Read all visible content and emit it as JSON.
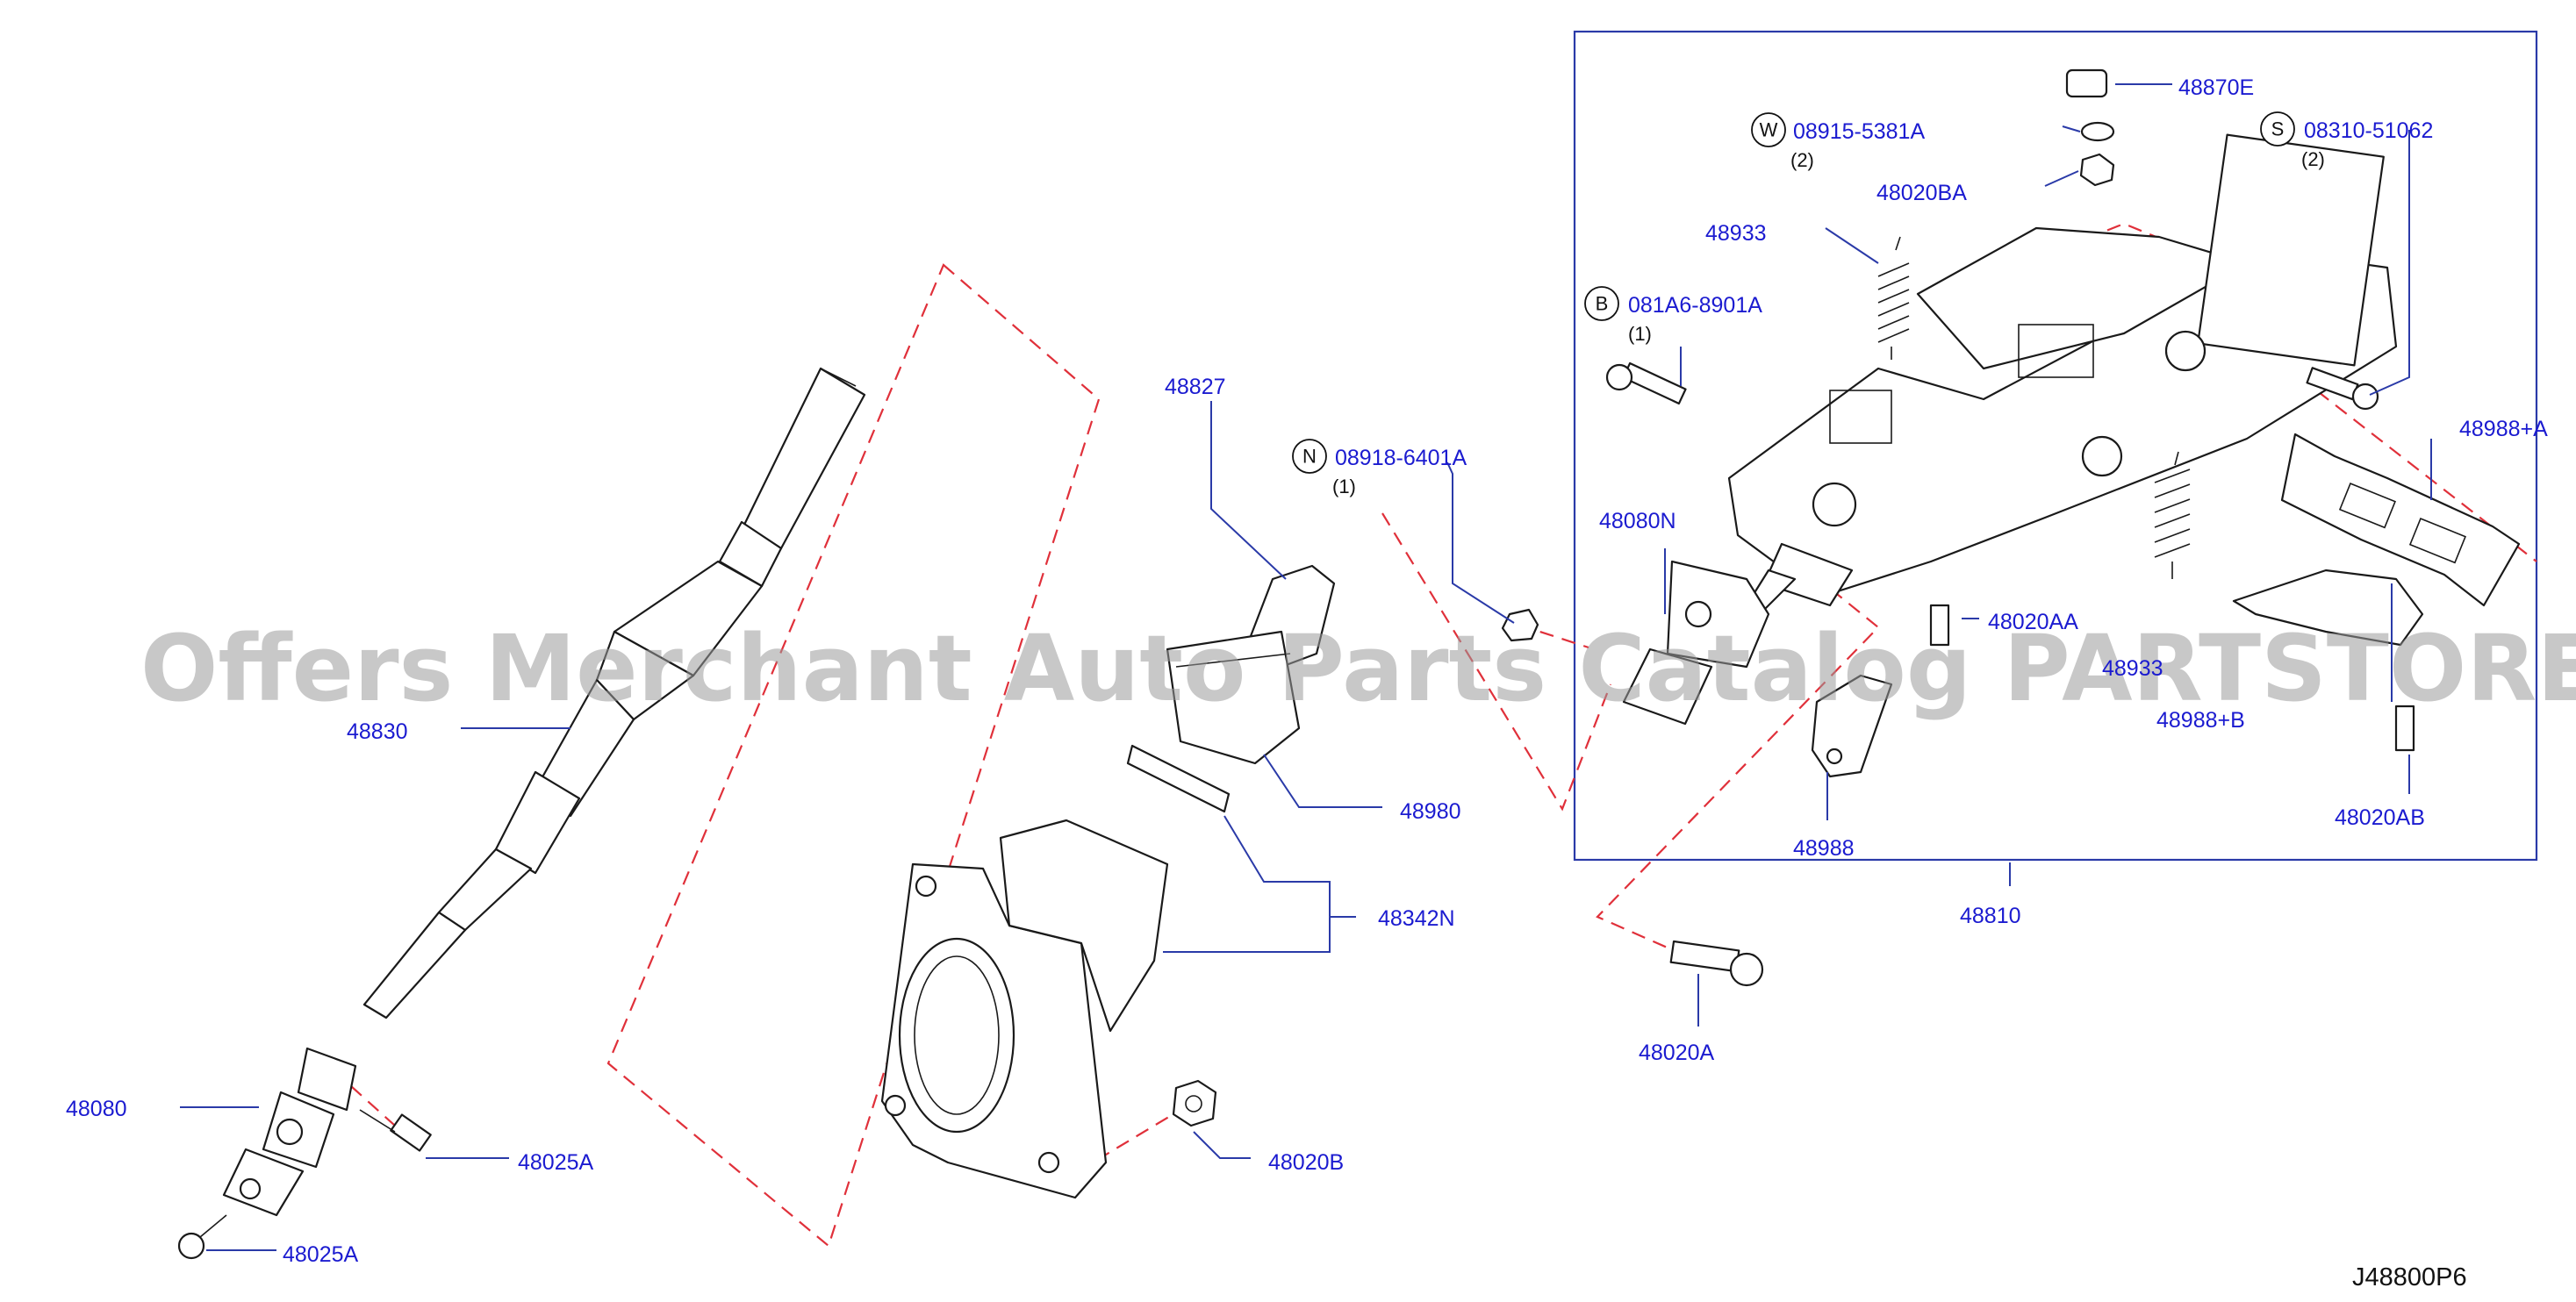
{
  "diagram_code": "J48800P6",
  "watermark": "Offers Merchant Auto Parts Catalog PARTSTORE.SA",
  "colors": {
    "part_label": "#1b1bd0",
    "leader_line": "#2a3aa8",
    "dashed_guide": "#e0303a",
    "line_art": "#1a1a1a",
    "watermark": "#9a9a9a"
  },
  "labels": {
    "p48830": "48830",
    "p48080": "48080",
    "p48025A_top": "48025A",
    "p48025A_bottom": "48025A",
    "p48827": "48827",
    "p48980": "48980",
    "p48342N": "48342N",
    "p48020B": "48020B",
    "p48080N": "48080N",
    "p48020AA": "48020AA",
    "p48933_top": "48933",
    "p48933_right": "48933",
    "p48988": "48988",
    "p48988A": "48988+A",
    "p48988B": "48988+B",
    "p48020AB": "48020AB",
    "p48810": "48810",
    "p48020A": "48020A",
    "p48870E": "48870E",
    "p48020BA": "48020BA"
  },
  "fasteners": {
    "n": {
      "symbol": "N",
      "part": "08918-6401A",
      "qty": "(1)"
    },
    "w": {
      "symbol": "W",
      "part": "08915-5381A",
      "qty": "(2)"
    },
    "s": {
      "symbol": "S",
      "part": "08310-51062",
      "qty": "(2)"
    },
    "b": {
      "symbol": "B",
      "part": "081A6-8901A",
      "qty": "(1)"
    }
  }
}
